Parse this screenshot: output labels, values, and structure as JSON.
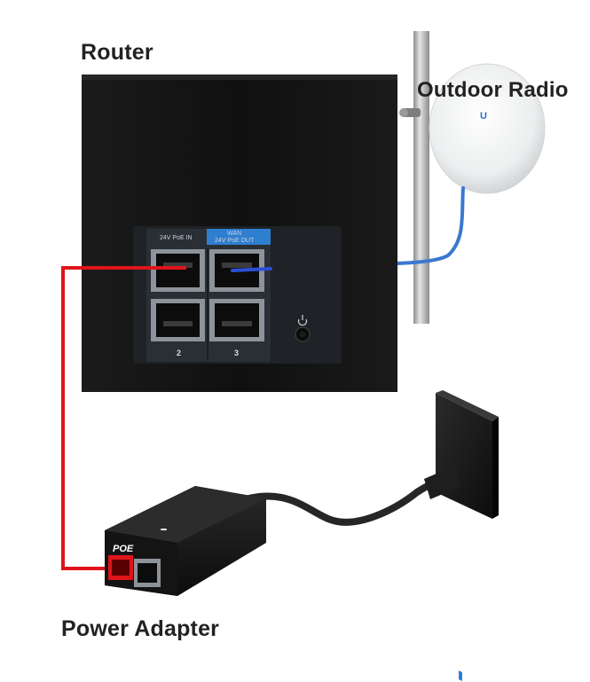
{
  "labels": {
    "router": "Router",
    "outdoor_radio": "Outdoor Radio",
    "power_adapter": "Power Adapter"
  },
  "router_panel": {
    "port_in_label": "24V PoE IN",
    "port_out_label_top": "WAN",
    "port_out_label_bottom": "24V PoE OUT",
    "port_2": "2",
    "port_3": "3"
  },
  "adapter": {
    "poe_label": "POE"
  },
  "radio": {
    "logo": "U"
  },
  "colors": {
    "red_cable": "#e0141b",
    "blue_cable": "#2b4fd6",
    "radio_cable": "#3a78d0",
    "router_body": "#121212",
    "port_highlight": "#2f7fd0"
  },
  "icons": {
    "power_button": "power-icon"
  }
}
